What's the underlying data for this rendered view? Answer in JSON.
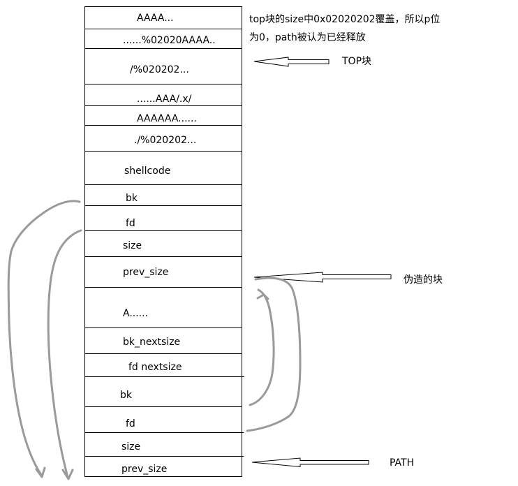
{
  "stack_rows": [
    {
      "label": "AAAA..."
    },
    {
      "label": "......%02020AAAA.."
    },
    {
      "label": "/%020202..."
    },
    {
      "label": "......AAA/.x/"
    },
    {
      "label": "AAAAAA......"
    },
    {
      "label": "./%020202..."
    },
    {
      "label": "shellcode"
    },
    {
      "label": "bk"
    },
    {
      "label": "fd"
    },
    {
      "label": "size"
    },
    {
      "label": "prev_size"
    },
    {
      "label": "A......"
    },
    {
      "label": "bk_nextsize"
    },
    {
      "label": "fd  nextsize"
    },
    {
      "label": "bk"
    },
    {
      "label": "fd"
    },
    {
      "label": "size"
    },
    {
      "label": "prev_size"
    }
  ],
  "annotations": {
    "top_note_line1": "top块的size中0x02020202覆盖，所以p位",
    "top_note_line2": "为0，path被认为已经释放",
    "top_block": "TOP块",
    "fake_block": "伪造的块",
    "path": "PATH"
  },
  "colors": {
    "line": "#000000",
    "pencil_stroke": "#9a9a9a"
  }
}
